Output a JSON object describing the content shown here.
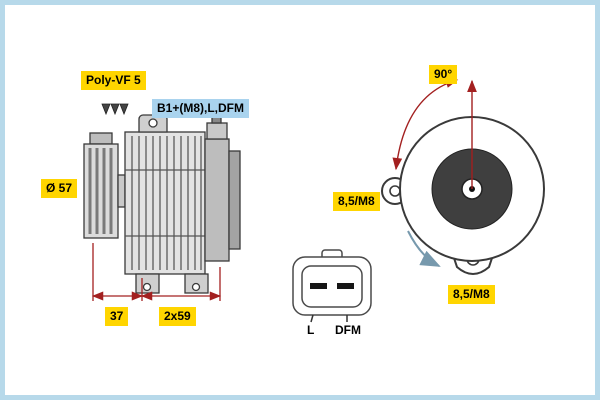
{
  "diagram": {
    "title_hint": "alternator technical drawing",
    "labels": {
      "belt_type": "Poly-VF 5",
      "terminals": "B1+(M8),L,DFM",
      "pulley_diameter": "Ø 57",
      "dim_pulley_width": "37",
      "dim_body_length": "2x59",
      "mount_angle": "90°",
      "hole_left": "8,5/M8",
      "hole_bottom": "8,5/M8",
      "connector_pin_left": "L",
      "connector_pin_right": "DFM"
    },
    "colors": {
      "frame_border_blue": "#b7d9ea",
      "label_yellow_bg": "#ffd500",
      "label_blue_bg": "#a9d3ee",
      "dimension_red": "#a32020",
      "rotation_arrow_blue": "#7799ad",
      "outline_gray": "#3a3a3a"
    }
  }
}
